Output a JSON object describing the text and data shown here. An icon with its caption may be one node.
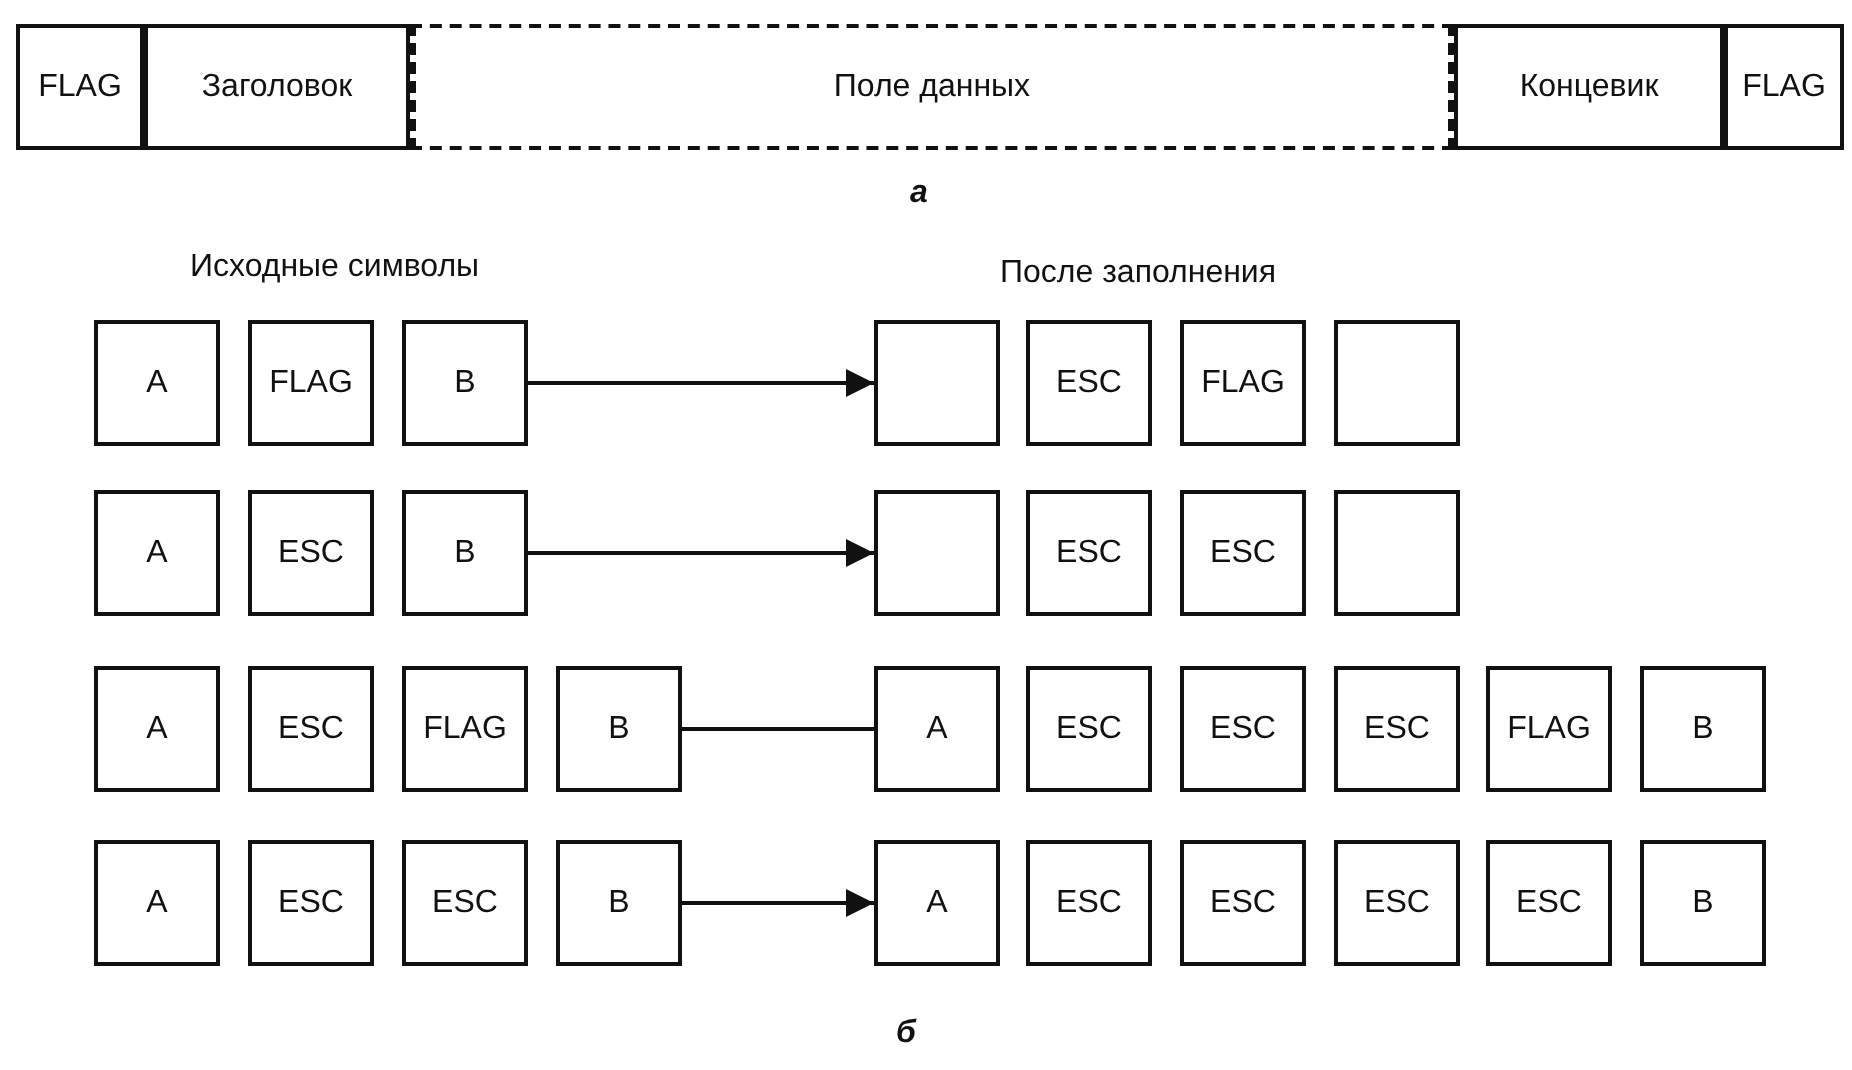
{
  "diagram": {
    "nodes": [
      {
        "text": [
          "FLAG"
        ]
      },
      {
        "text": [
          "Заголовок"
        ]
      },
      {
        "text": [
          "Поле данных"
        ]
      },
      {
        "text": [
          "Концевик"
        ]
      },
      {
        "text": [
          "FLAG"
        ]
      },
      {
        "text": [
          "A"
        ]
      },
      {
        "text": [
          "FLAG"
        ]
      },
      {
        "text": [
          "B"
        ]
      },
      {
        "text": [],
        "shape": "box"
      },
      {
        "text": [
          "ESC"
        ]
      },
      {
        "text": [
          "FLAG"
        ]
      },
      {
        "text": [],
        "shape": "box"
      },
      {
        "text": [
          "A"
        ]
      },
      {
        "text": [
          "ESC"
        ]
      },
      {
        "text": [
          "B"
        ]
      },
      {
        "text": [],
        "shape": "box"
      },
      {
        "text": [
          "ESC"
        ]
      },
      {
        "text": [
          "ESC"
        ]
      },
      {
        "text": [],
        "shape": "box"
      },
      {
        "text": [
          "A"
        ]
      },
      {
        "text": [
          "ESC"
        ]
      },
      {
        "text": [
          "FLAG"
        ]
      },
      {
        "text": [
          "B"
        ]
      },
      {
        "text": [
          "A"
        ]
      },
      {
        "text": [
          "ESC"
        ]
      },
      {
        "text": [
          "ESC"
        ]
      },
      {
        "text": [
          "ESC"
        ]
      },
      {
        "text": [
          "FLAG"
        ]
      },
      {
        "text": [
          "B"
        ]
      },
      {
        "text": [
          "A"
        ]
      },
      {
        "text": [
          "ESC"
        ]
      },
      {
        "text": [
          "ESC"
        ]
      },
      {
        "text": [
          "B"
        ]
      },
      {
        "text": [
          "A"
        ]
      },
      {
        "text": [
          "ESC"
        ]
      },
      {
        "text": [
          "ESC"
        ]
      },
      {
        "text": [
          "ESC"
        ]
      },
      {
        "text": [
          "ESC"
        ]
      },
      {
        "text": [
          "B"
        ]
      }
    ],
    "edges": [
      {
        "from": 7,
        "to": 8,
        "arrow": "to"
      },
      {
        "from": 14,
        "to": 15,
        "arrow": "to"
      },
      {
        "from": 22,
        "to": 23,
        "arrow": "none"
      },
      {
        "from": 32,
        "to": 33,
        "arrow": "to"
      }
    ],
    "labels": [
      "а",
      "Исходные символы",
      "После заполнения",
      "б"
    ]
  }
}
